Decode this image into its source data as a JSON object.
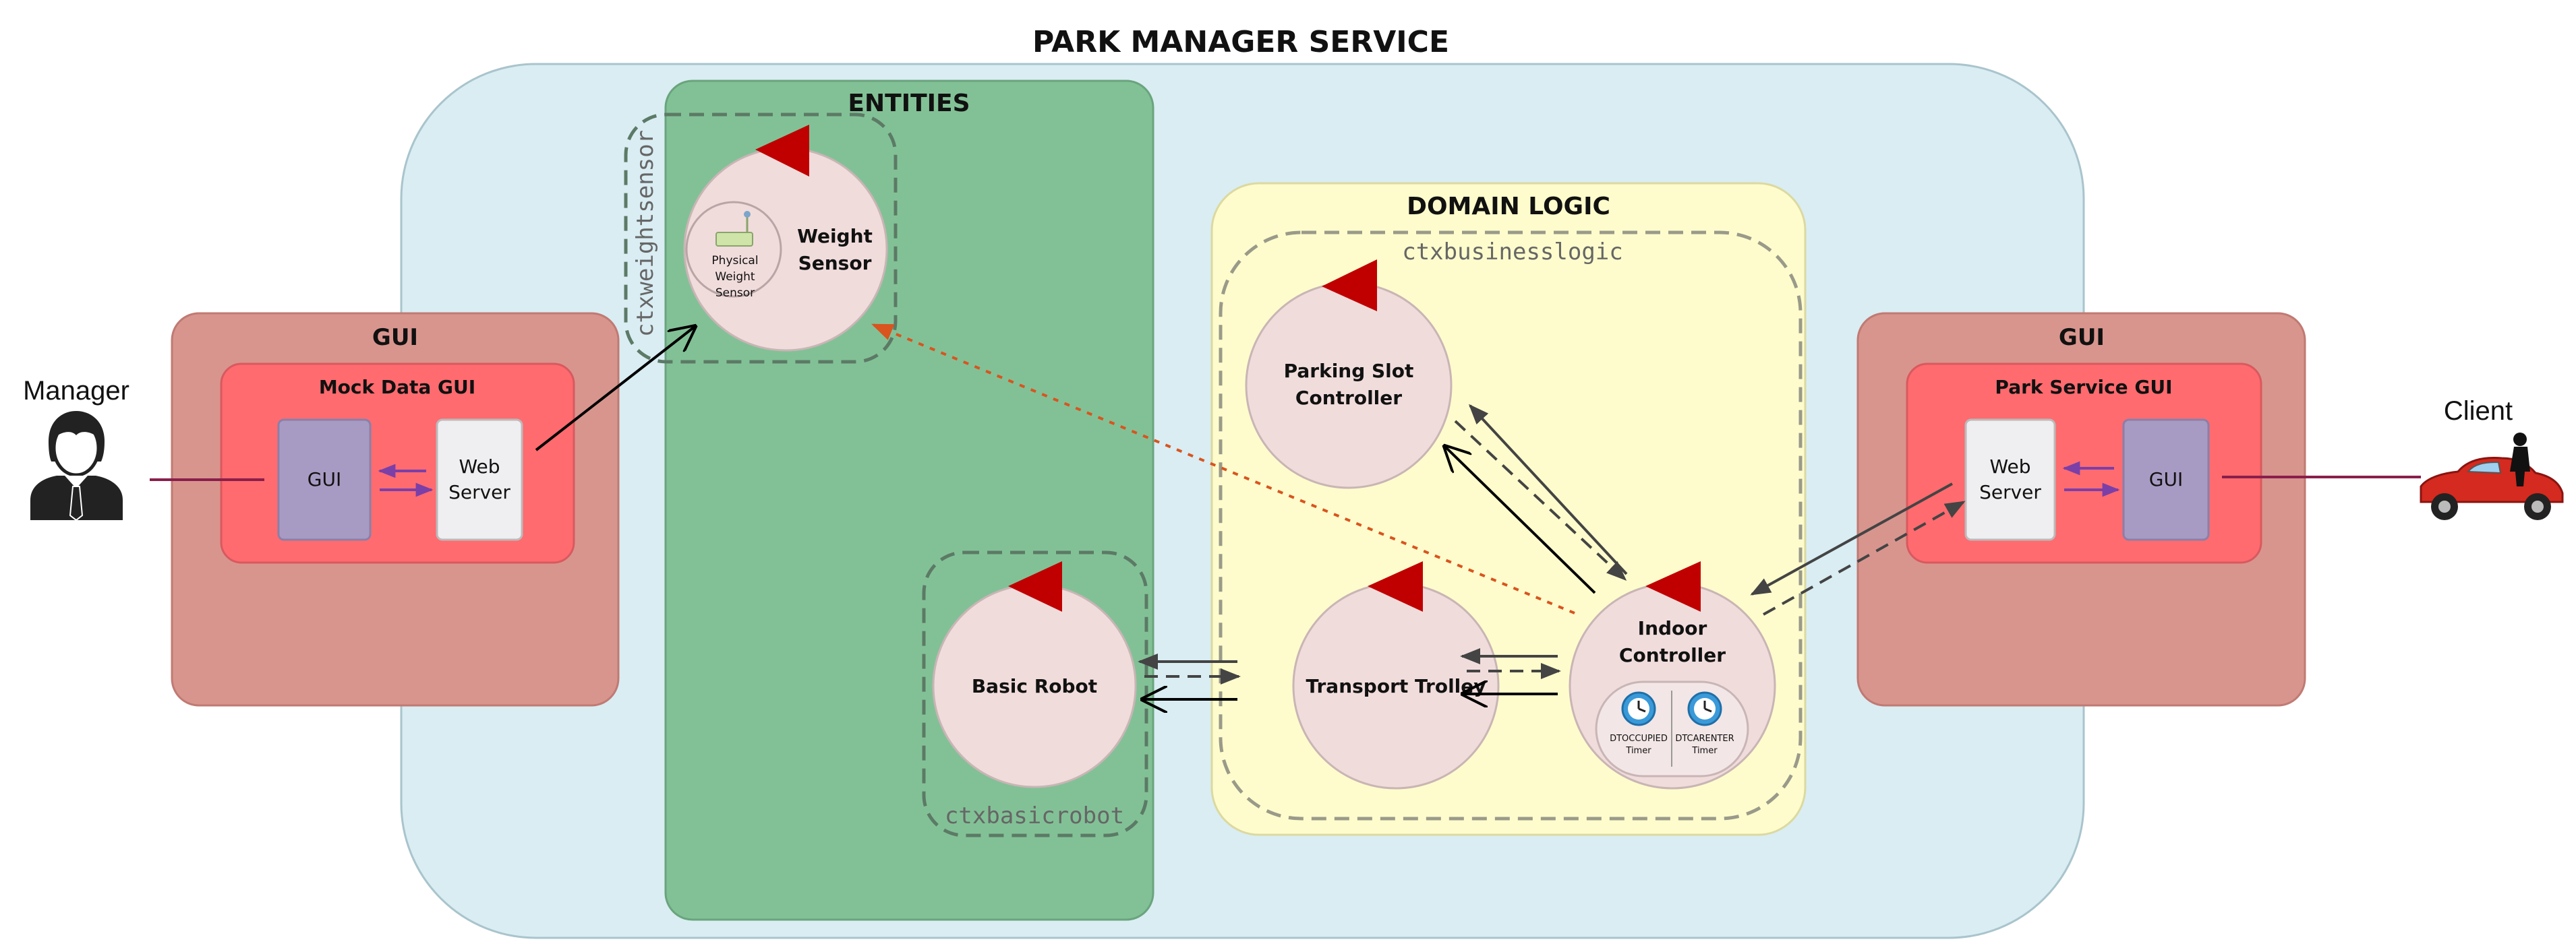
{
  "title": "PARK MANAGER SERVICE",
  "entities": {
    "title": "ENTITIES",
    "weight_ctx": "ctxweightsensor",
    "weight_sensor": "Weight Sensor",
    "physical_sensor": [
      "Physical",
      "Weight",
      "Sensor"
    ],
    "robot_ctx": "ctxbasicrobot",
    "basic_robot": "Basic Robot"
  },
  "domain_logic": {
    "title": "DOMAIN LOGIC",
    "ctx": "ctxbusinesslogic",
    "parking_slot": [
      "Parking Slot",
      "Controller"
    ],
    "transport_trolley": "Transport Trolley",
    "indoor_controller": [
      "Indoor",
      "Controller"
    ],
    "timers": [
      {
        "name": "DTOCCUPIED",
        "sub": "Timer"
      },
      {
        "name": "DTCARENTER",
        "sub": "Timer"
      }
    ]
  },
  "left_gui": {
    "title": "GUI",
    "inner_title": "Mock Data GUI",
    "gui": "GUI",
    "web_server": [
      "Web",
      "Server"
    ]
  },
  "right_gui": {
    "title": "GUI",
    "inner_title": "Park Service GUI",
    "gui": "GUI",
    "web_server": [
      "Web",
      "Server"
    ]
  },
  "actors": {
    "manager": "Manager",
    "client": "Client"
  },
  "colors": {
    "service_bg": "#d9edf3",
    "entities_bg": "#82c196",
    "domain_bg": "#fefccc",
    "gui_outer": "#d8958e",
    "gui_inner": "#ff6b6f",
    "gui_box": "#a89bc3",
    "actor_circle": "#f1dcdc",
    "actor_flag": "#c00000",
    "purple_arrow": "#7b3fa8",
    "red_dotted": "#d9541e"
  }
}
